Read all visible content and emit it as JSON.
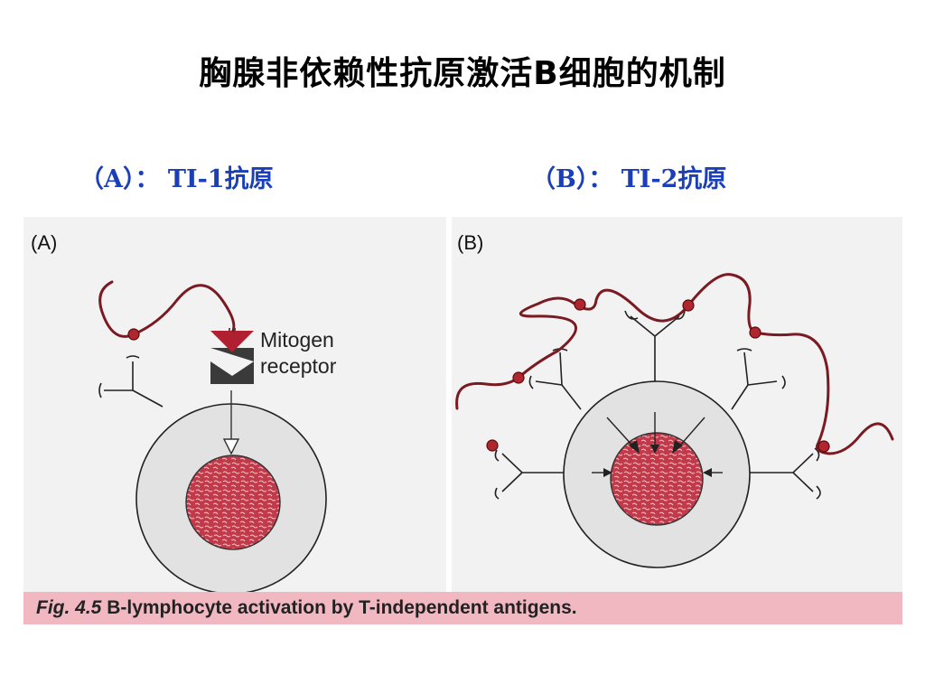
{
  "title": "胸腺非依赖性抗原激活B细胞的机制",
  "panels": {
    "a": {
      "heading": "（A）： TI-1抗原",
      "letter": "(A)",
      "receptor_label_1": "Mitogen",
      "receptor_label_2": "receptor"
    },
    "b": {
      "heading": "（B）： TI-2抗原",
      "letter": "(B)"
    }
  },
  "caption": {
    "figure_ref": "Fig. 4.5",
    "text": "B-lymphocyte activation by T-independent antigens."
  },
  "colors": {
    "title": "#000000",
    "heading": "#1a3fb8",
    "antigen_chain": "#7a1a22",
    "epitope": "#b0262e",
    "nucleus": "#c23a4a",
    "cell": "#e2e2e2",
    "caption_bar": "#f2b8c2"
  }
}
